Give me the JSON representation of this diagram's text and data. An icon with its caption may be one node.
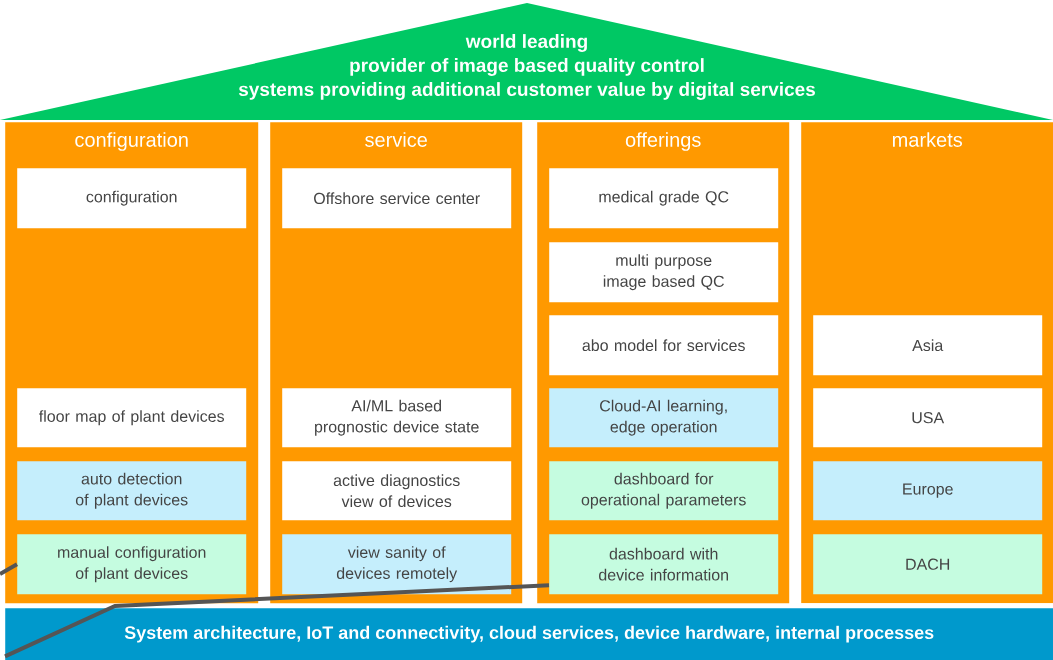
{
  "diagram": {
    "nodes": [
      {
        "text": [
          "world leading",
          "provider of image based quality control",
          "systems providing additional customer value by digital services"
        ]
      },
      {
        "text": [
          "configuration"
        ]
      },
      {
        "text": [
          "configuration"
        ],
        "in": 1
      },
      {
        "text": [
          "floor map of plant devices"
        ],
        "in": 1
      },
      {
        "text": [
          "auto detection of plant devices"
        ],
        "in": 1
      },
      {
        "text": [
          "manual configuration of plant devices"
        ],
        "in": 1
      },
      {
        "text": [
          "service"
        ]
      },
      {
        "text": [
          "Offshore service center"
        ],
        "in": 6
      },
      {
        "text": [
          "AI/ML based prognostic device state"
        ],
        "in": 6
      },
      {
        "text": [
          "active diagnostics view of devices"
        ],
        "in": 6
      },
      {
        "text": [
          "view sanity of devices remotely"
        ],
        "in": 6
      },
      {
        "text": [
          "offerings"
        ]
      },
      {
        "text": [
          "medical grade QC"
        ],
        "in": 11
      },
      {
        "text": [
          "multi purpose image based QC"
        ],
        "in": 11
      },
      {
        "text": [
          "abo model for services"
        ],
        "in": 11
      },
      {
        "text": [
          "Cloud-AI learning, edge operation"
        ],
        "in": 11
      },
      {
        "text": [
          "dashboard for operational parameters"
        ],
        "in": 11
      },
      {
        "text": [
          "dashboard with device information"
        ],
        "in": 11
      },
      {
        "text": [
          "markets"
        ]
      },
      {
        "text": [
          "Asia"
        ],
        "in": 18
      },
      {
        "text": [
          "USA"
        ],
        "in": 18
      },
      {
        "text": [
          "Europe"
        ],
        "in": 18
      },
      {
        "text": [
          "DACH"
        ],
        "in": 18
      },
      {
        "text": [
          "System architecture, IoT and connectivity, cloud services, device hardware, internal processes"
        ]
      }
    ],
    "edges": [
      {
        "from": null,
        "to": 5,
        "arrow": "none"
      },
      {
        "from": 23,
        "to": 17,
        "arrow": "none"
      }
    ]
  }
}
